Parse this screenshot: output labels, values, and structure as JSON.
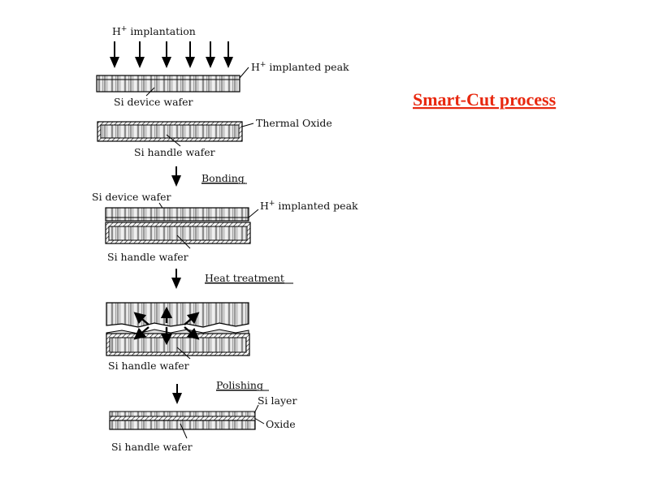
{
  "title": "Smart-Cut process",
  "colors": {
    "title": "#e8280f",
    "ink": "#111111"
  },
  "step1": {
    "beam_label": "H",
    "beam_label_sup": "+",
    "beam_label_rest": " implantation",
    "peak_label": "H",
    "peak_label_sup": "+",
    "peak_label_rest": " implanted peak",
    "device_wafer_label": "Si device wafer",
    "oxide_label": "Thermal Oxide",
    "handle_wafer_label": "Si handle wafer"
  },
  "step2": {
    "header": "Bonding",
    "device_wafer_label": "Si device wafer",
    "peak_label": "H",
    "peak_label_sup": "+",
    "peak_label_rest": " implanted peak",
    "handle_wafer_label": "Si handle wafer"
  },
  "step3": {
    "header": "Heat treatment",
    "handle_wafer_label": "Si handle wafer"
  },
  "step4": {
    "header": "Polishing",
    "si_layer_label": "Si layer",
    "oxide_label": "Oxide",
    "handle_wafer_label": "Si handle wafer"
  }
}
